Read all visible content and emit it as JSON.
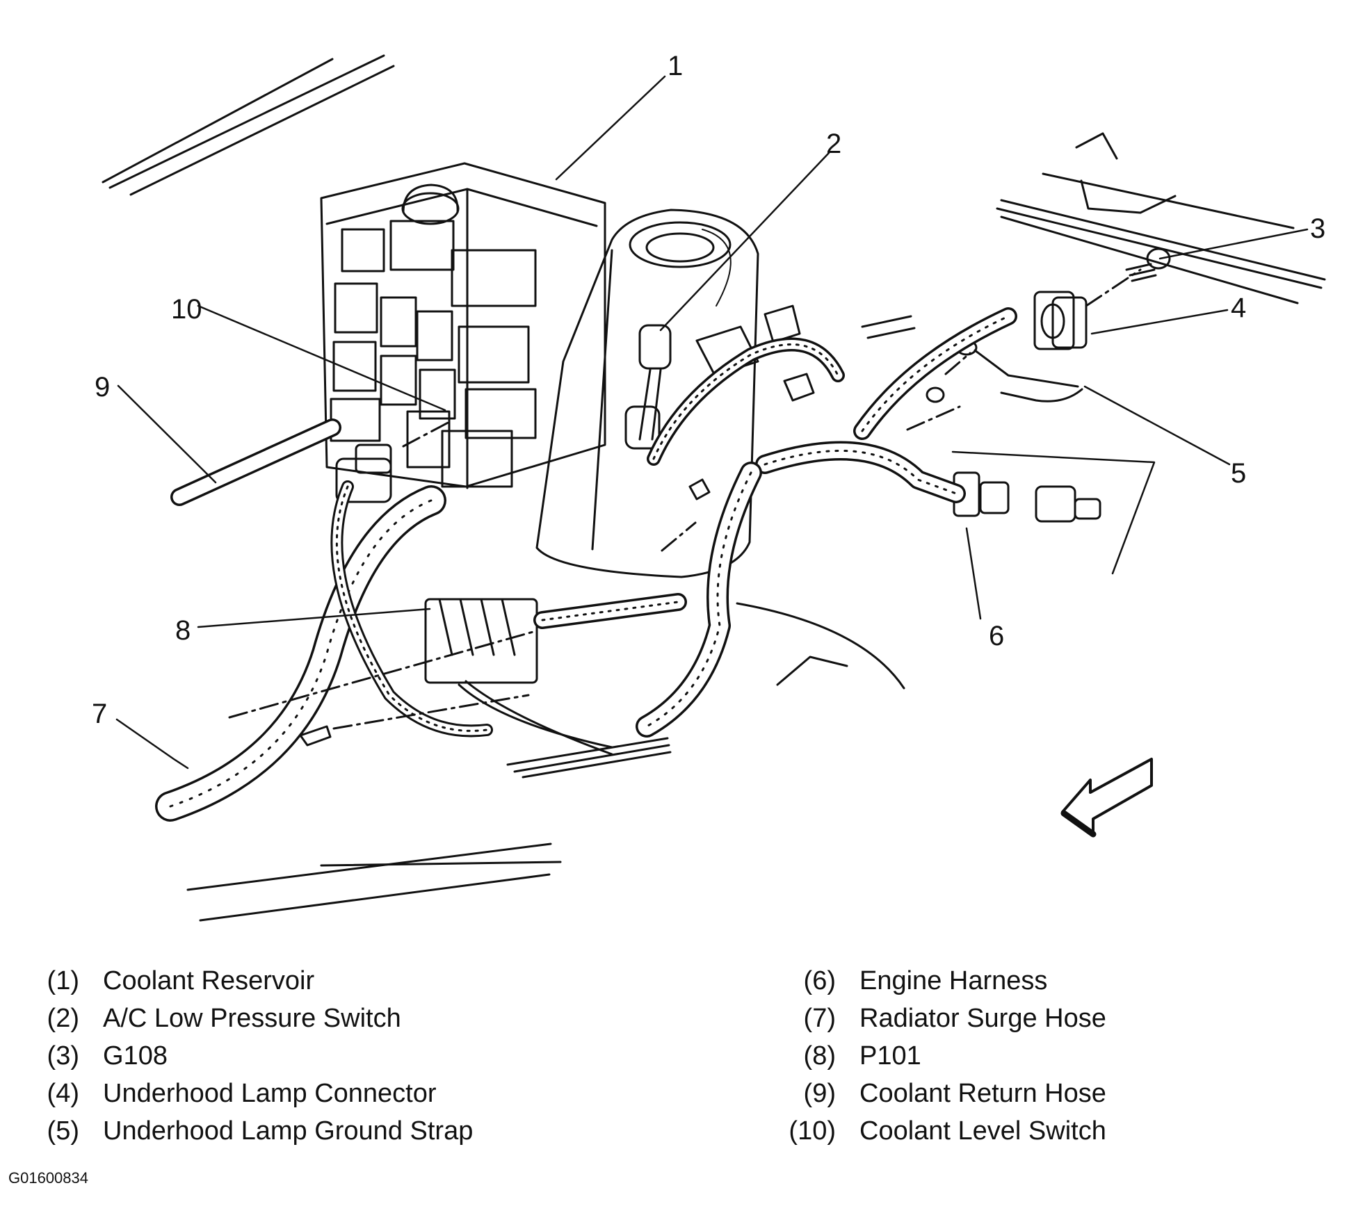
{
  "diagram": {
    "callout_numbers": [
      "1",
      "2",
      "3",
      "4",
      "5",
      "6",
      "7",
      "8",
      "9",
      "10"
    ]
  },
  "legend": {
    "left": [
      {
        "num": "(1)",
        "desc": "Coolant Reservoir"
      },
      {
        "num": "(2)",
        "desc": "A/C Low Pressure Switch"
      },
      {
        "num": "(3)",
        "desc": "G108"
      },
      {
        "num": "(4)",
        "desc": "Underhood Lamp Connector"
      },
      {
        "num": "(5)",
        "desc": "Underhood Lamp Ground Strap"
      }
    ],
    "right": [
      {
        "num": "(6)",
        "desc": "Engine Harness"
      },
      {
        "num": "(7)",
        "desc": "Radiator Surge Hose"
      },
      {
        "num": "(8)",
        "desc": "P101"
      },
      {
        "num": "(9)",
        "desc": "Coolant Return Hose"
      },
      {
        "num": "(10)",
        "desc": "Coolant Level Switch"
      }
    ]
  },
  "figure_id": "G01600834",
  "colors": {
    "line": "#111111",
    "background": "#ffffff"
  }
}
